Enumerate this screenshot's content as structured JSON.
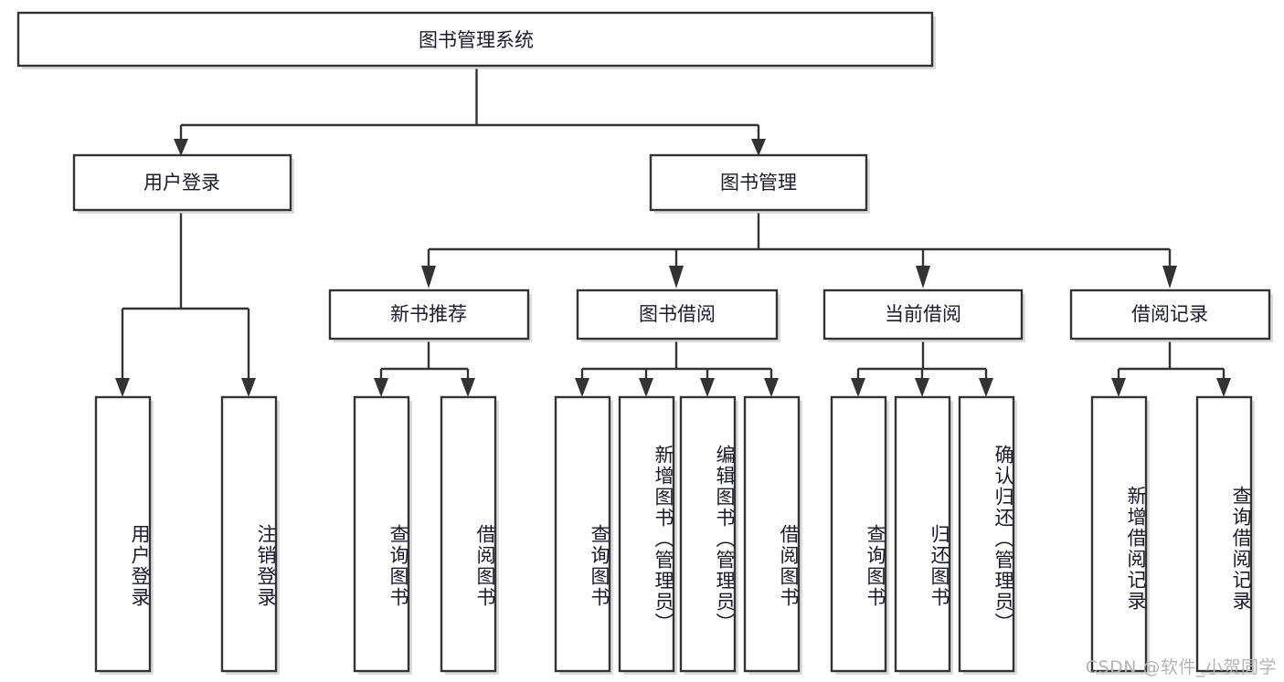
{
  "diagram": {
    "type": "tree-hierarchy",
    "orientation": "top-down",
    "title": "图书管理系统",
    "root": {
      "id": "root",
      "label": "图书管理系统"
    },
    "level1": [
      {
        "id": "user-login",
        "label": "用户登录"
      },
      {
        "id": "book-manage",
        "label": "图书管理"
      }
    ],
    "level2": [
      {
        "id": "new-book-rec",
        "label": "新书推荐",
        "parent": "book-manage"
      },
      {
        "id": "book-borrow",
        "label": "图书借阅",
        "parent": "book-manage"
      },
      {
        "id": "current-borrow",
        "label": "当前借阅",
        "parent": "book-manage"
      },
      {
        "id": "borrow-record",
        "label": "借阅记录",
        "parent": "book-manage"
      }
    ],
    "leaves": [
      {
        "id": "leaf-user-login",
        "label": "用户登录",
        "parent": "user-login"
      },
      {
        "id": "leaf-user-logout",
        "label": "注销登录",
        "parent": "user-login"
      },
      {
        "id": "leaf-query-book-1",
        "label": "查询图书",
        "parent": "new-book-rec"
      },
      {
        "id": "leaf-borrow-book-1",
        "label": "借阅图书",
        "parent": "new-book-rec"
      },
      {
        "id": "leaf-query-book-2",
        "label": "查询图书",
        "parent": "book-borrow"
      },
      {
        "id": "leaf-add-book",
        "label": "新增图书（管理员）",
        "parent": "book-borrow"
      },
      {
        "id": "leaf-edit-book",
        "label": "编辑图书（管理员）",
        "parent": "book-borrow"
      },
      {
        "id": "leaf-borrow-book-2",
        "label": "借阅图书",
        "parent": "book-borrow"
      },
      {
        "id": "leaf-query-book-3",
        "label": "查询图书",
        "parent": "current-borrow"
      },
      {
        "id": "leaf-return-book",
        "label": "归还图书",
        "parent": "current-borrow"
      },
      {
        "id": "leaf-confirm-return",
        "label": "确认归还（管理员）",
        "parent": "current-borrow"
      },
      {
        "id": "leaf-add-record",
        "label": "新增借阅记录",
        "parent": "borrow-record"
      },
      {
        "id": "leaf-query-record",
        "label": "查询借阅记录",
        "parent": "borrow-record"
      }
    ],
    "colors": {
      "box_stroke": "#333333",
      "box_fill": "#ffffff",
      "text": "#1a1a2e",
      "connector": "#333333",
      "watermark": "#b4b4b4",
      "background": "#ffffff"
    }
  },
  "watermark": {
    "text": "CSDN @软件_小贺同学"
  }
}
